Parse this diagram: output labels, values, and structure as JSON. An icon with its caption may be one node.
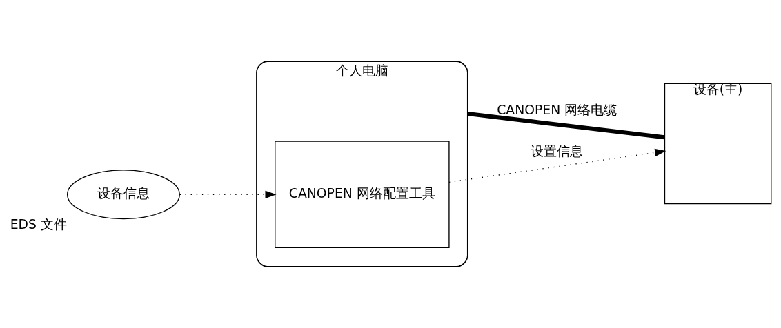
{
  "diagram": {
    "nodes": [
      {
        "text": [
          "个人电脑"
        ]
      },
      {
        "text": [
          "CANOPEN 网络配置工具"
        ],
        "in": 0
      },
      {
        "text": [
          "设备(主)"
        ]
      },
      {
        "text": [
          "设备信息"
        ],
        "beside": [
          "EDS 文件"
        ]
      }
    ],
    "edges": [
      {
        "from": 3,
        "to": 1,
        "arrow": "to",
        "style": "dashed"
      },
      {
        "from": 0,
        "to": 2,
        "arrow": "none",
        "label": "CANOPEN 网络电缆",
        "style": "thick"
      },
      {
        "from": 1,
        "to": 2,
        "arrow": "to",
        "label": "设置信息",
        "style": "dashed"
      }
    ]
  }
}
